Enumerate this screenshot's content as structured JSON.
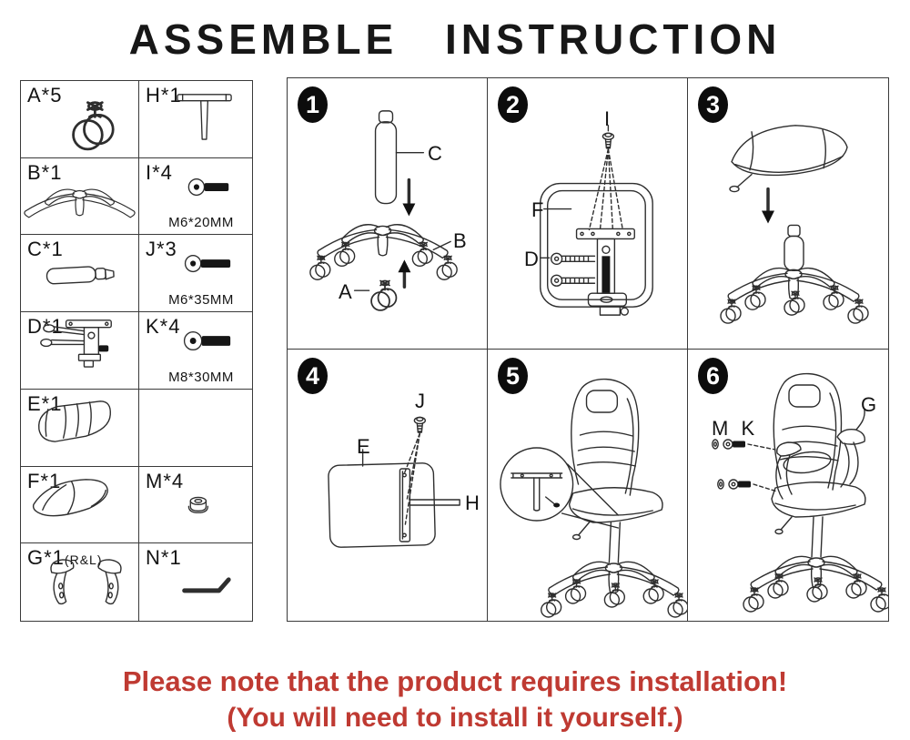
{
  "title": "ASSEMBLE INSTRUCTION",
  "parts_list": {
    "cells": [
      {
        "id": "A*5",
        "icon": "caster"
      },
      {
        "id": "H*1",
        "icon": "t-handle-bracket"
      },
      {
        "id": "B*1",
        "icon": "star-base"
      },
      {
        "id": "I*4",
        "spec": "M6*20MM",
        "icon": "screw"
      },
      {
        "id": "C*1",
        "icon": "gas-lift-cylinder"
      },
      {
        "id": "J*3",
        "spec": "M6*35MM",
        "icon": "screw"
      },
      {
        "id": "D*1",
        "icon": "tilt-mechanism"
      },
      {
        "id": "K*4",
        "spec": "M8*30MM",
        "icon": "screw"
      },
      {
        "id": "E*1",
        "icon": "seat-cushion"
      },
      {
        "id": "",
        "icon": ""
      },
      {
        "id": "F*1",
        "icon": "backrest-cushion"
      },
      {
        "id": "M*4",
        "icon": "cap-nut"
      },
      {
        "id": "G*1",
        "suffix": "(R&L)",
        "icon": "armrest-pair"
      },
      {
        "id": "N*1",
        "icon": "allen-key"
      }
    ]
  },
  "steps": [
    {
      "number": "1",
      "labels": {
        "c": "C",
        "b": "B",
        "a": "A"
      }
    },
    {
      "number": "2",
      "labels": {
        "i": "I",
        "f": "F",
        "d": "D"
      }
    },
    {
      "number": "3",
      "labels": {}
    },
    {
      "number": "4",
      "labels": {
        "j": "J",
        "e": "E",
        "h": "H"
      }
    },
    {
      "number": "5",
      "labels": {}
    },
    {
      "number": "6",
      "labels": {
        "mk": "M K",
        "g": "G"
      }
    }
  ],
  "notes": {
    "line1": "Please note that the product requires installation!",
    "line2": "(You will need to install it yourself.)",
    "color": "#bf3a32"
  }
}
